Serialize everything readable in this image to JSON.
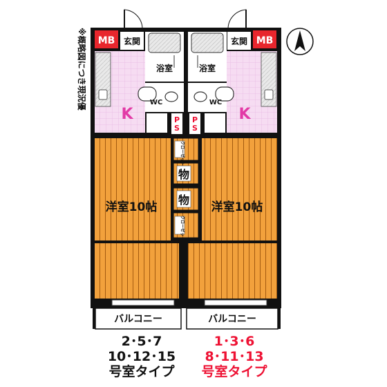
{
  "note": "※概略図につき現況優",
  "rooms": {
    "mb": "MB",
    "genkan": "玄関",
    "bath": "浴室",
    "wc": "WC",
    "kitchen": "K",
    "ps_p": "P",
    "ps_s": "S",
    "closet": "クローゼット",
    "storage": "物",
    "western": "洋室10帖",
    "balcony": "バルコニー"
  },
  "captions": {
    "left": [
      "2･5･7",
      "10･12･15",
      "号室タイプ"
    ],
    "right": [
      "1･3･6",
      "8･11･13",
      "号室タイプ"
    ]
  },
  "colors": {
    "wall": "#111111",
    "floor_wood": "#f2a13c",
    "floor_tile": "#f6dcf2",
    "mb_box": "#e8262d",
    "accent_red": "#ee1133",
    "kitchen_label": "#e23aa6"
  }
}
